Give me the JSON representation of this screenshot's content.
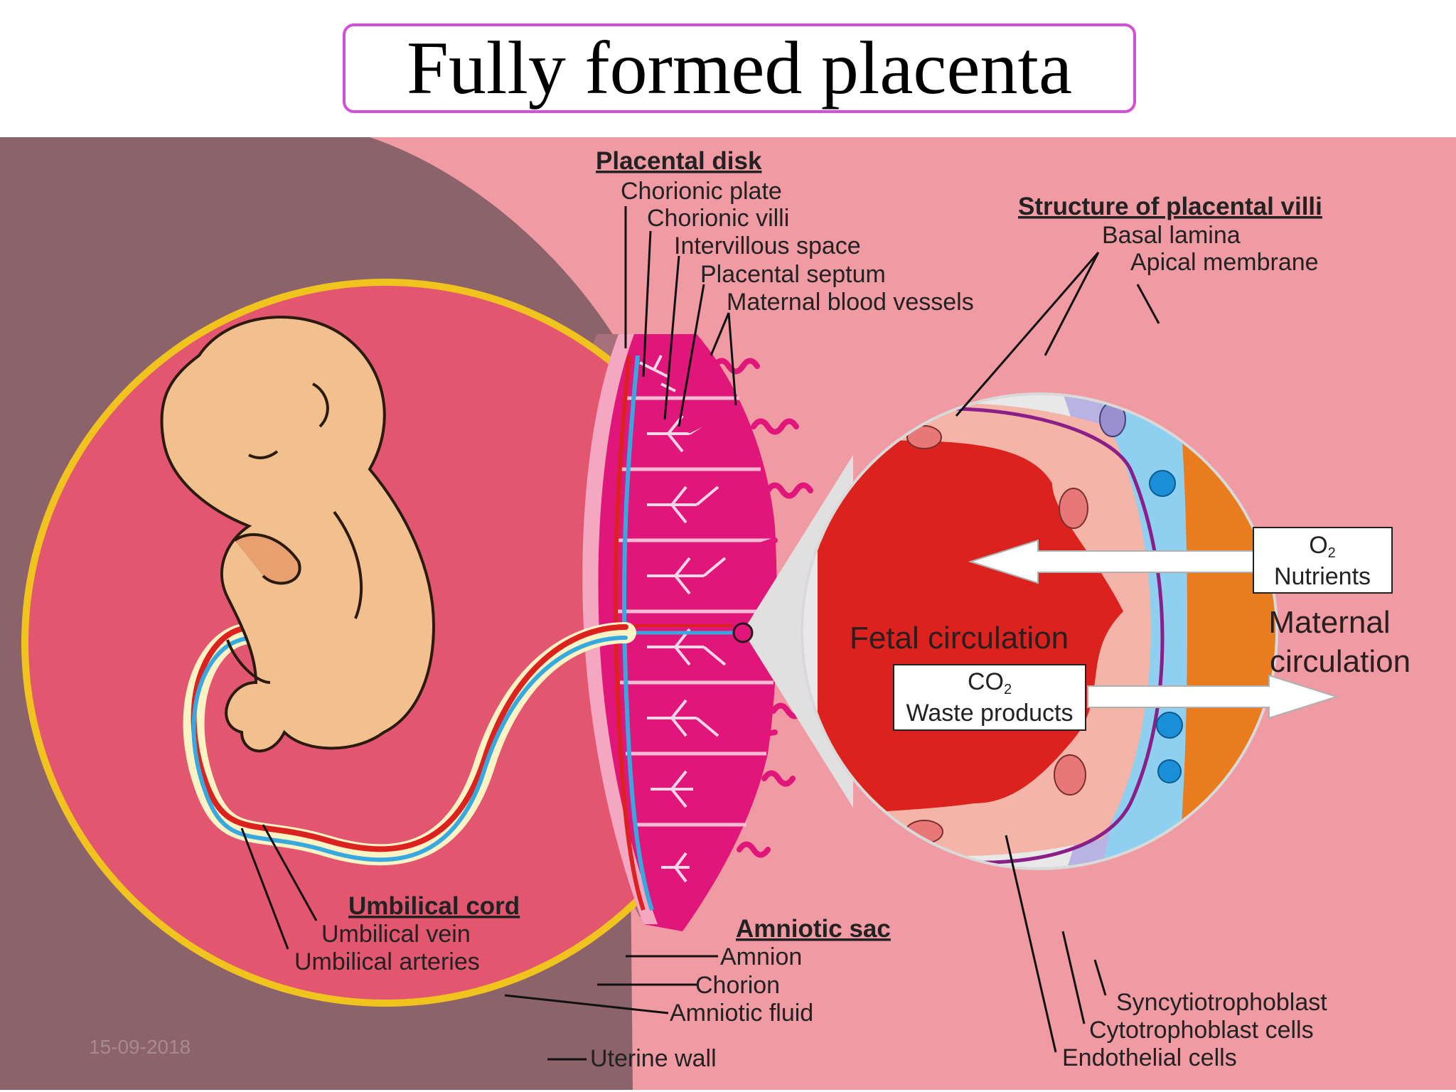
{
  "title": "Fully formed placenta",
  "date": "15-09-2018",
  "placental_disk": {
    "heading": "Placental disk",
    "items": [
      "Chorionic plate",
      "Chorionic villi",
      "Intervillous space",
      "Placental septum",
      "Maternal blood vessels"
    ]
  },
  "villi_structure": {
    "heading": "Structure of placental villi",
    "items": [
      "Basal lamina",
      "Apical membrane"
    ]
  },
  "umbilical_cord": {
    "heading": "Umbilical cord",
    "items": [
      "Umbilical vein",
      "Umbilical arteries"
    ]
  },
  "amniotic_sac": {
    "heading": "Amniotic sac",
    "items": [
      "Amnion",
      "Chorion",
      "Amniotic fluid"
    ]
  },
  "uterine_wall": "Uterine wall",
  "fetal_circulation": "Fetal circulation",
  "maternal_circulation": [
    "Maternal",
    "circulation"
  ],
  "o2_box": {
    "gas": "O",
    "sub": "2",
    "text": "Nutrients"
  },
  "co2_box": {
    "gas": "CO",
    "sub": "2",
    "text": "Waste products"
  },
  "cell_labels": [
    "Syncytiotrophoblast",
    "Cytotrophoblast cells",
    "Endothelial cells"
  ],
  "colors": {
    "background": "#f09aa3",
    "uterine_wall": "#8c636b",
    "amniotic_fluid": "#e25670",
    "amnion_ring": "#f0c31e",
    "placenta": "#e0167a",
    "fetus": "#f2c08f",
    "fetal_blood": "#dc221e",
    "maternal_blood": "#e87c1f",
    "trophoblast": "#8fd0f0",
    "title_border": "#d24fd6"
  }
}
